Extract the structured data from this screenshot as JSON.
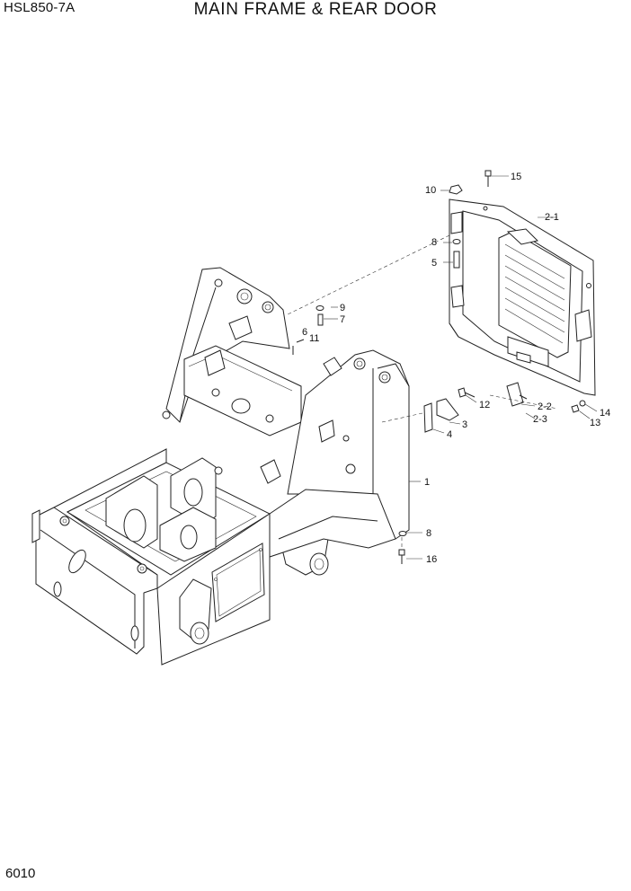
{
  "header": {
    "model": "HSL850-7A",
    "title": "MAIN FRAME & REAR DOOR"
  },
  "footer": {
    "page_number": "6010"
  },
  "callouts": {
    "c1": "1",
    "c2_1": "2-1",
    "c2_2": "2-2",
    "c2_3": "2-3",
    "c3": "3",
    "c4": "4",
    "c5": "5",
    "c6": "6",
    "c7": "7",
    "c8a": "8",
    "c8b": "8",
    "c9": "9",
    "c10": "10",
    "c11": "11",
    "c12": "12",
    "c13": "13",
    "c14": "14",
    "c15": "15",
    "c16": "16"
  }
}
